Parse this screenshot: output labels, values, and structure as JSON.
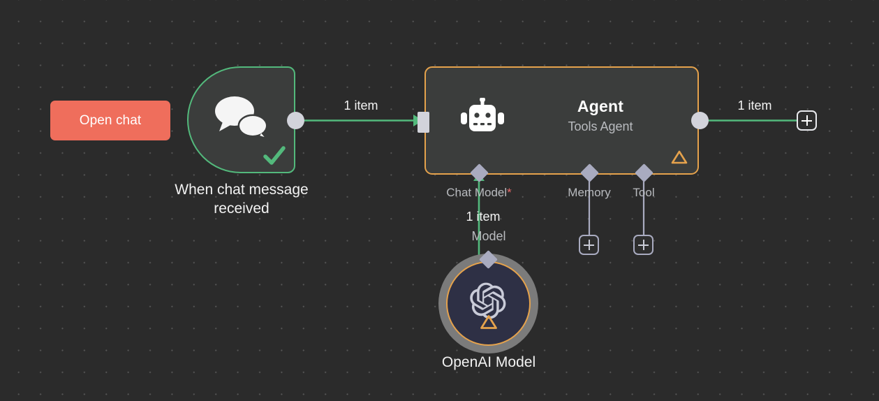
{
  "canvas": {
    "background_color": "#2b2b2b",
    "grid_dot_color": "#555555"
  },
  "open_chat_button": {
    "label": "Open chat",
    "color": "#ef6e5c",
    "text_color": "#ffffff"
  },
  "trigger_node": {
    "label": "When chat message received",
    "label_line_1": "When chat message",
    "label_line_2": "received",
    "icon": "chat-bubbles-icon",
    "status": "success",
    "status_icon": "check-icon",
    "border_color": "#53b97c"
  },
  "agent_node": {
    "title": "Agent",
    "subtitle": "Tools Agent",
    "icon": "robot-icon",
    "border_color": "#e5a24c",
    "warning_icon": "warning-triangle-icon",
    "warning_color": "#e5a24c"
  },
  "connections": {
    "trigger_to_agent_label": "1 item",
    "agent_output_label": "1 item",
    "model_to_agent_label": "1 item",
    "line_color": "#53b97c"
  },
  "sub_connectors": [
    {
      "name": "chat-model",
      "label": "Chat Model",
      "required": true,
      "required_marker": "*"
    },
    {
      "name": "memory",
      "label": "Memory",
      "required": false,
      "required_marker": ""
    },
    {
      "name": "tool",
      "label": "Tool",
      "required": false,
      "required_marker": ""
    }
  ],
  "openai_node": {
    "label": "OpenAI Model",
    "connector_label": "Model",
    "icon": "openai-logo-icon",
    "warning_icon": "warning-triangle-icon",
    "ring_color": "#7b7b7b",
    "border_color": "#e5a24c",
    "fill_color": "#2e3045"
  },
  "add_buttons": [
    {
      "name": "add-node-after-agent",
      "icon": "plus-icon"
    },
    {
      "name": "add-memory-node",
      "icon": "plus-icon"
    },
    {
      "name": "add-tool-node",
      "icon": "plus-icon"
    }
  ]
}
